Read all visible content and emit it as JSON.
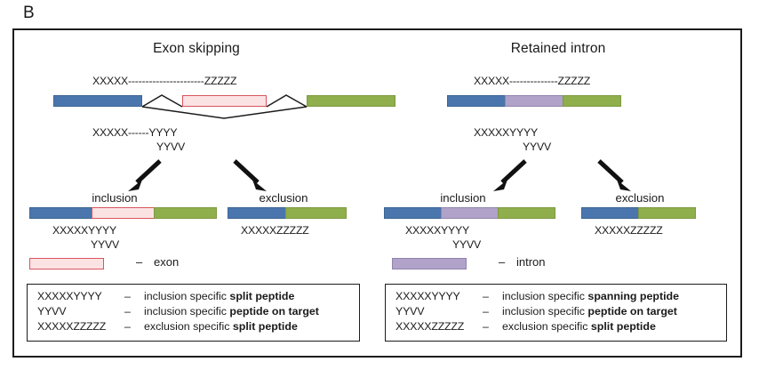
{
  "panel_label": "B",
  "colors": {
    "blue": "#4a76ad",
    "green": "#8fae4c",
    "purple": "#b0a2c8",
    "exon_pink_fill": "#fbe3e4",
    "exon_pink_border": "#d9555c",
    "frame": "#1c1c1c",
    "text": "#1a1a1a"
  },
  "panels": [
    {
      "id": "exon-skipping",
      "title": "Exon skipping",
      "model": {
        "top_sequence": "XXXXX----------------------ZZZZZ",
        "bottom_sequence_1": "XXXXX------YYYY",
        "bottom_sequence_2": "YYVV"
      },
      "branches": [
        {
          "id": "inclusion",
          "title": "inclusion",
          "sequence_1": "XXXXXYYYY",
          "sequence_2": "YYVV"
        },
        {
          "id": "exclusion",
          "title": "exclusion",
          "sequence_1": "XXXXXZZZZZ",
          "sequence_2": ""
        }
      ],
      "key": {
        "dash": "–",
        "label": "exon"
      },
      "legend": [
        {
          "code": "XXXXXYYYY",
          "dash": "–",
          "desc_plain": "inclusion specific ",
          "desc_bold": "split peptide"
        },
        {
          "code": "YYVV",
          "dash": "–",
          "desc_plain": "inclusion specific ",
          "desc_bold": "peptide on target"
        },
        {
          "code": "XXXXXZZZZZ",
          "dash": "–",
          "desc_plain": "exclusion specific ",
          "desc_bold": "split peptide"
        }
      ]
    },
    {
      "id": "retained-intron",
      "title": "Retained intron",
      "model": {
        "top_sequence": "XXXXX--------------ZZZZZ",
        "bottom_sequence_1": "XXXXXYYYY",
        "bottom_sequence_2": "YYVV"
      },
      "branches": [
        {
          "id": "inclusion",
          "title": "inclusion",
          "sequence_1": "XXXXXYYYY",
          "sequence_2": "YYVV"
        },
        {
          "id": "exclusion",
          "title": "exclusion",
          "sequence_1": "XXXXXZZZZZ",
          "sequence_2": ""
        }
      ],
      "key": {
        "dash": "–",
        "label": "intron"
      },
      "legend": [
        {
          "code": "XXXXXYYYY",
          "dash": "–",
          "desc_plain": "inclusion specific ",
          "desc_bold": "spanning peptide"
        },
        {
          "code": "YYVV",
          "dash": "–",
          "desc_plain": "inclusion specific ",
          "desc_bold": "peptide on target"
        },
        {
          "code": "XXXXXZZZZZ",
          "dash": "–",
          "desc_plain": "exclusion specific ",
          "desc_bold": "split peptide"
        }
      ]
    }
  ]
}
